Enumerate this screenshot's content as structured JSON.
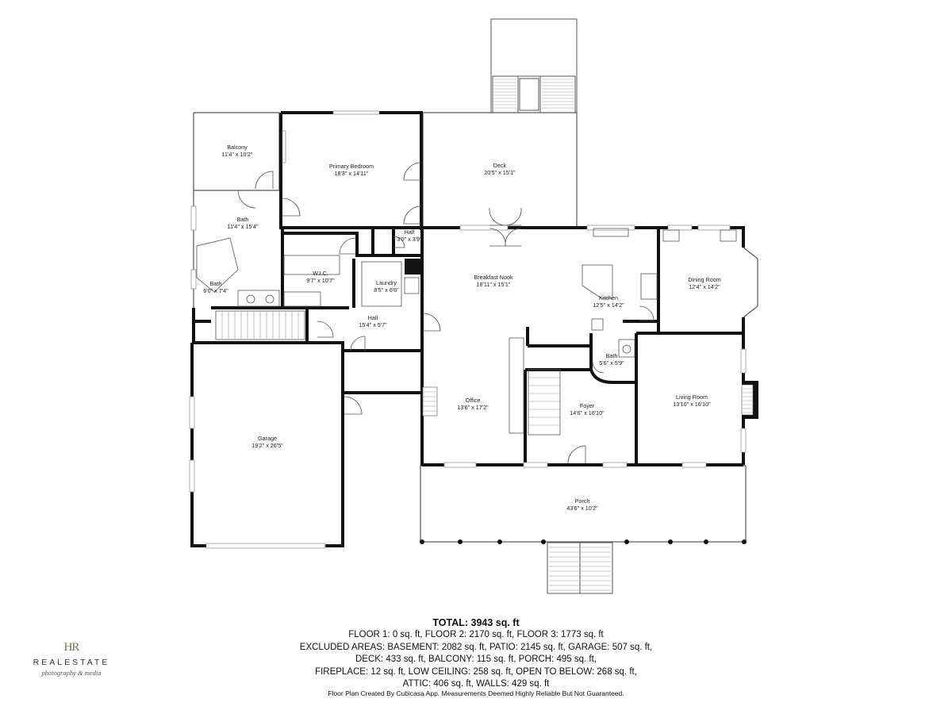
{
  "rooms": [
    {
      "id": "balcony",
      "name": "Balcony",
      "dims": "11'4\" x 10'2\""
    },
    {
      "id": "primary-bedroom",
      "name": "Primary Bedroom",
      "dims": "18'3\" x 14'11\""
    },
    {
      "id": "deck",
      "name": "Deck",
      "dims": "20'5\" x 15'1\""
    },
    {
      "id": "bath-upper",
      "name": "Bath",
      "dims": "11'4\" x 15'4\""
    },
    {
      "id": "half",
      "name": "Half",
      "dims": "3'0\" x 3'9\""
    },
    {
      "id": "wic",
      "name": "W.I.C.",
      "dims": "9'7\" x 10'7\""
    },
    {
      "id": "laundry",
      "name": "Laundry",
      "dims": "8'5\" x 6'6\""
    },
    {
      "id": "bath-small",
      "name": "Bath",
      "dims": "6'0\" x 7'4\""
    },
    {
      "id": "breakfast-nook",
      "name": "Breakfast Nook",
      "dims": "18'11\" x 15'1\""
    },
    {
      "id": "dining-room",
      "name": "Dining Room",
      "dims": "12'4\" x 14'2\""
    },
    {
      "id": "kitchen",
      "name": "Kitchen",
      "dims": "12'5\" x 14'2\""
    },
    {
      "id": "hall",
      "name": "Hall",
      "dims": "15'4\" x 5'7\""
    },
    {
      "id": "bath-main",
      "name": "Bath",
      "dims": "5'6\" x 5'9\""
    },
    {
      "id": "office",
      "name": "Office",
      "dims": "13'6\" x 17'2\""
    },
    {
      "id": "foyer",
      "name": "Foyer",
      "dims": "14'6\" x 16'10\""
    },
    {
      "id": "living-room",
      "name": "Living Room",
      "dims": "13'10\" x 16'10\""
    },
    {
      "id": "garage",
      "name": "Garage",
      "dims": "19'2\" x 26'5\""
    },
    {
      "id": "porch",
      "name": "Porch",
      "dims": "43'6\" x 10'2\""
    }
  ],
  "stats": {
    "total": "TOTAL: 3943 sq. ft",
    "lines": [
      "FLOOR 1: 0 sq. ft, FLOOR 2: 2170 sq. ft, FLOOR 3: 1773 sq. ft",
      "EXCLUDED AREAS: BASEMENT: 2082 sq. ft, PATIO: 2145 sq. ft, GARAGE: 507 sq. ft,",
      "DECK: 433 sq. ft, BALCONY: 115 sq. ft, PORCH: 495 sq. ft,",
      "FIREPLACE: 12 sq. ft, LOW CEILING: 258 sq. ft, OPEN TO BELOW: 268 sq. ft,",
      "ATTIC: 406 sq. ft, WALLS: 429 sq. ft"
    ]
  },
  "footer": "Floor Plan Created By Cubicasa App. Measurements Deemed Highly Reliable But Not Guaranteed.",
  "logo": {
    "mark": "HR",
    "brand": "REALESTATE",
    "sub": "photography & media"
  },
  "colors": {
    "wall": "#111111",
    "thin": "#555555",
    "accent": "#6d7b57"
  }
}
